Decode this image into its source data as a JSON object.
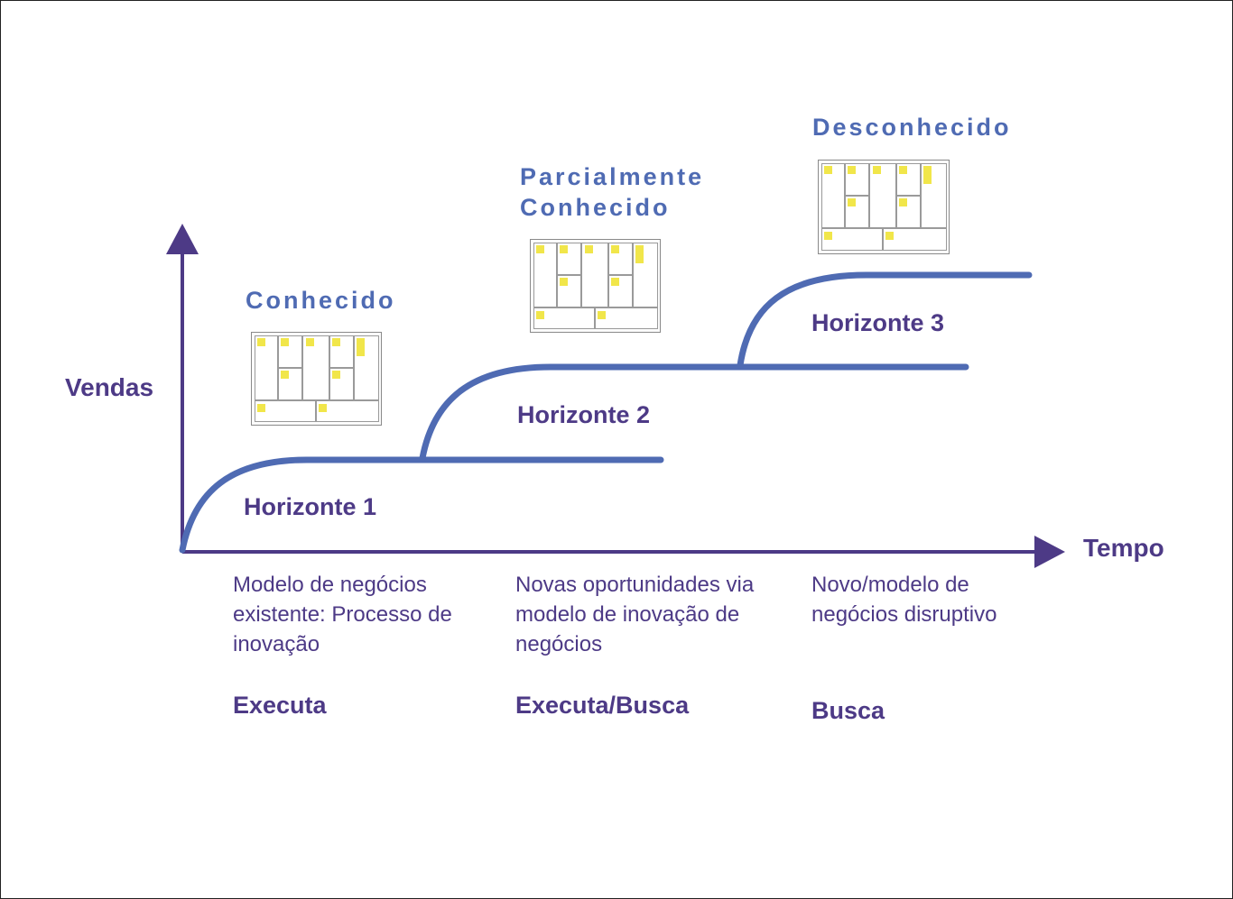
{
  "axes": {
    "y_label": "Vendas",
    "x_label": "Tempo"
  },
  "colors": {
    "axis": "#4d3a86",
    "curve": "#4f6bb3",
    "level_text": "#4f6bb3",
    "note": "#f1e64a"
  },
  "horizons": [
    {
      "name": "Horizonte 1",
      "level": "Conhecido",
      "description": "Modelo de negócios existente: Processo de inovação",
      "action": "Executa"
    },
    {
      "name": "Horizonte 2",
      "level": "Parcialmente Conhecido",
      "description": "Novas oportunidades via modelo de inovação de negócios",
      "action": "Executa/Busca"
    },
    {
      "name": "Horizonte 3",
      "level": "Desconhecido",
      "description": "Novo/modelo de negócios disruptivo",
      "action": "Busca"
    }
  ]
}
